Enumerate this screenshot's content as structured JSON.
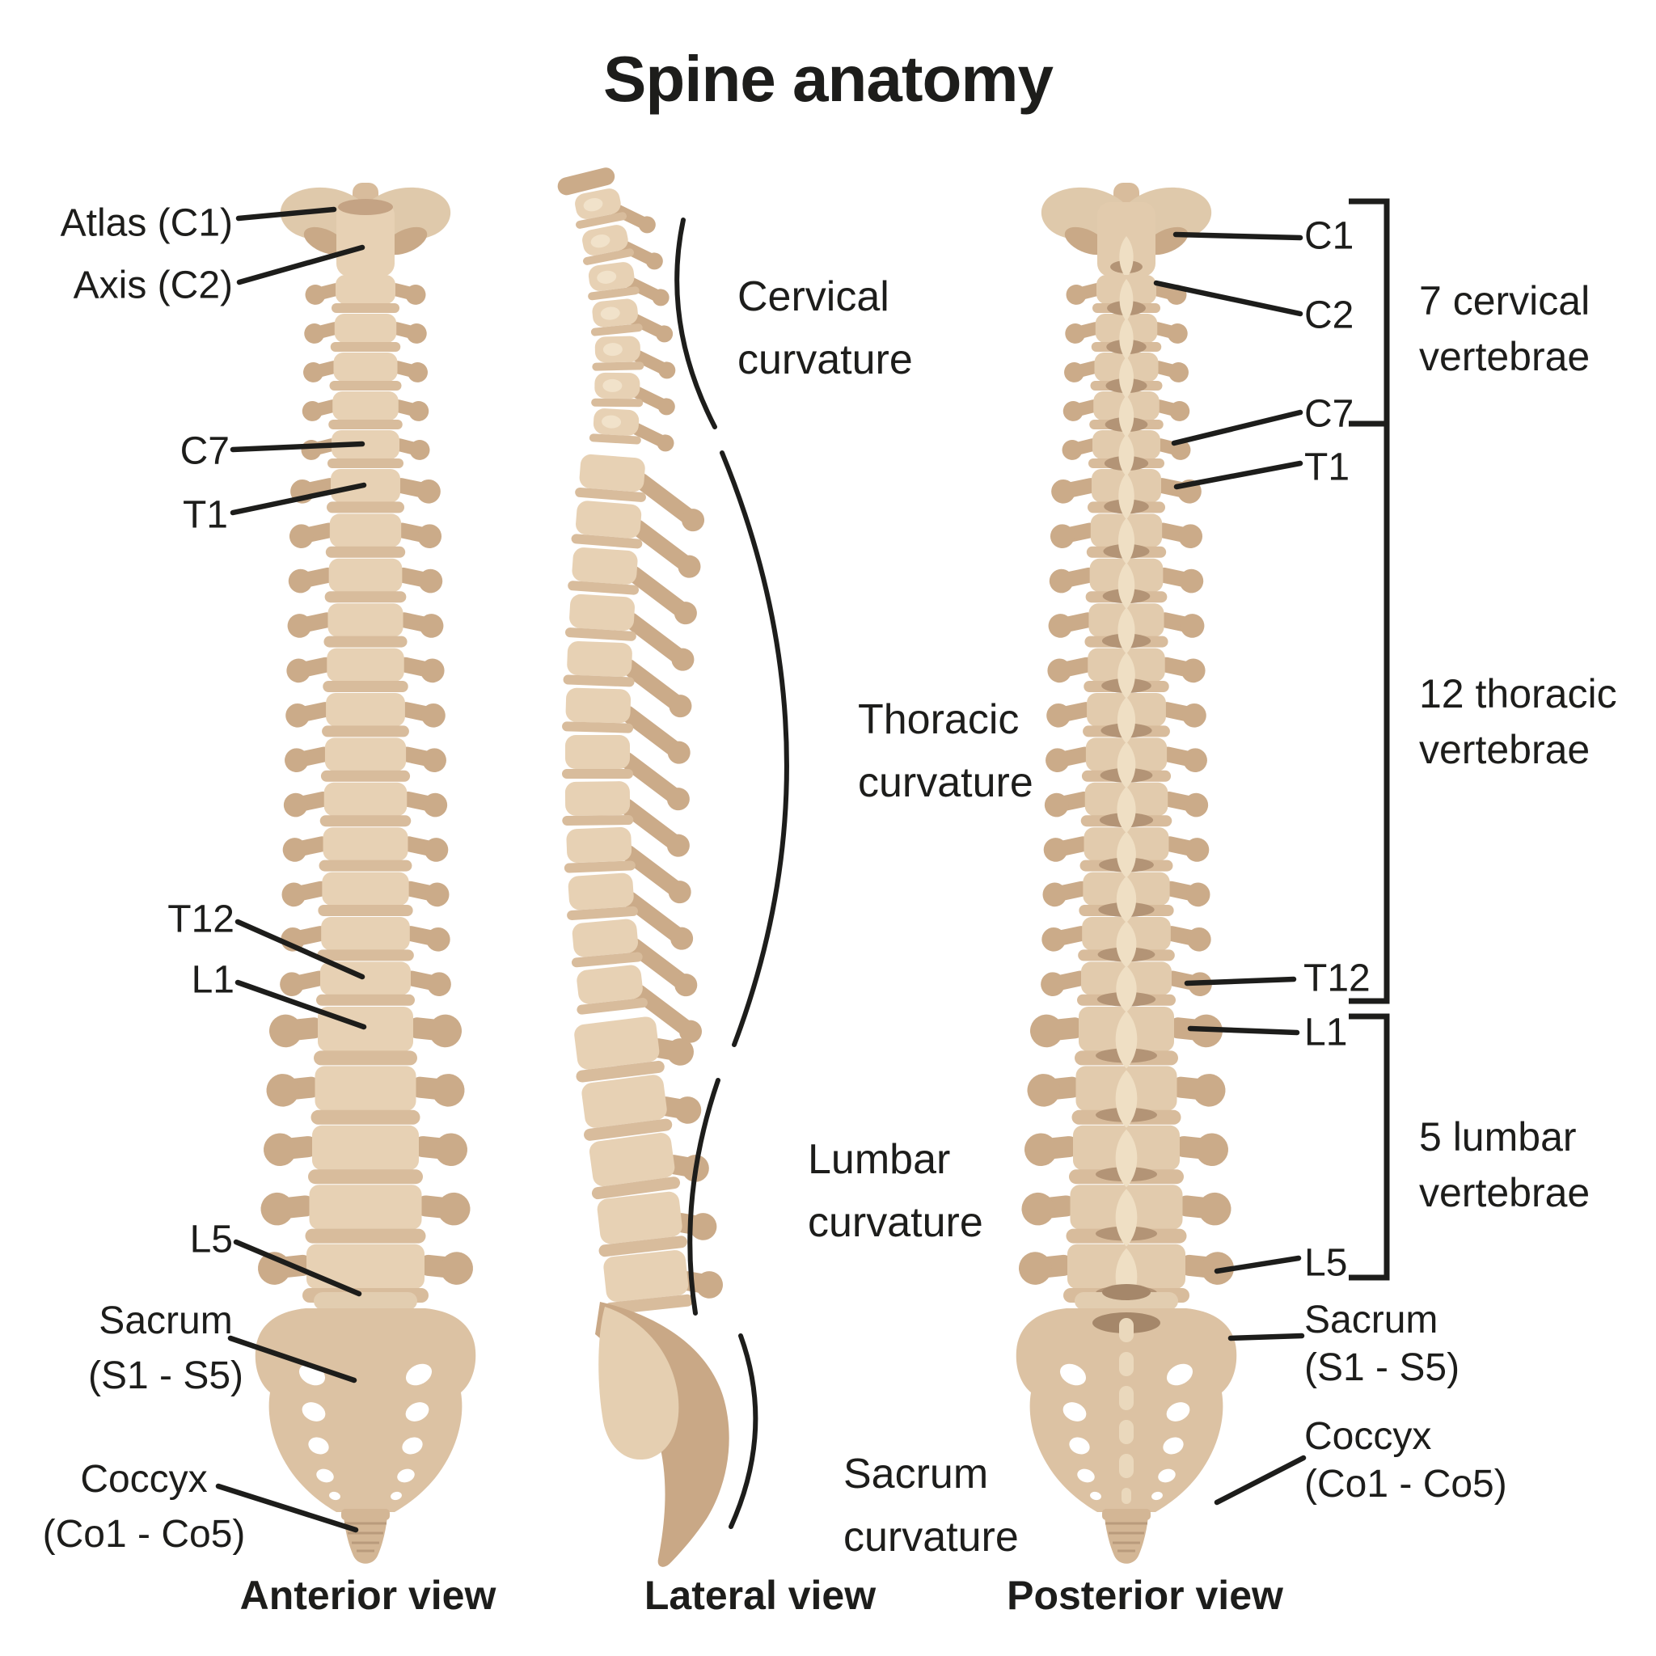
{
  "title": "Spine anatomy",
  "anterior": {
    "caption": "Anterior view",
    "labels": {
      "atlas": "Atlas (C1)",
      "axis": "Axis (C2)",
      "c7": "C7",
      "t1": "T1",
      "t12": "T12",
      "l1": "L1",
      "l5": "L5",
      "sacrum": "Sacrum\n(S1 - S5)",
      "coccyx": "Coccyx\n(Co1 - Co5)"
    }
  },
  "lateral": {
    "caption": "Lateral view",
    "curvatures": {
      "cervical": "Cervical\ncurvature",
      "thoracic": "Thoracic\ncurvature",
      "lumbar": "Lumbar\ncurvature",
      "sacrum": "Sacrum\ncurvature"
    }
  },
  "posterior": {
    "caption": "Posterior view",
    "labels": {
      "c1": "C1",
      "c2": "C2",
      "c7": "C7",
      "t1": "T1",
      "t12": "T12",
      "l1": "L1",
      "l5": "L5",
      "sacrum": "Sacrum\n(S1 - S5)",
      "coccyx": "Coccyx\n(Co1 - Co5)"
    },
    "groups": {
      "cervical": "7 cervical\nvertebrae",
      "thoracic": "12 thoracic\nvertebrae",
      "lumbar": "5 lumbar\nvertebrae"
    }
  },
  "colors": {
    "background": "#ffffff",
    "bone_light": "#e7d1b4",
    "disc": "#d8bc9c",
    "process": "#cbab89",
    "posterior_body": "#e2cbad",
    "spinous_leaf": "#efdfc4",
    "shadow": "#b39476",
    "sacrum": "#dcc2a3",
    "coccyx": "#d3b695",
    "line": "#1d1d1b"
  }
}
